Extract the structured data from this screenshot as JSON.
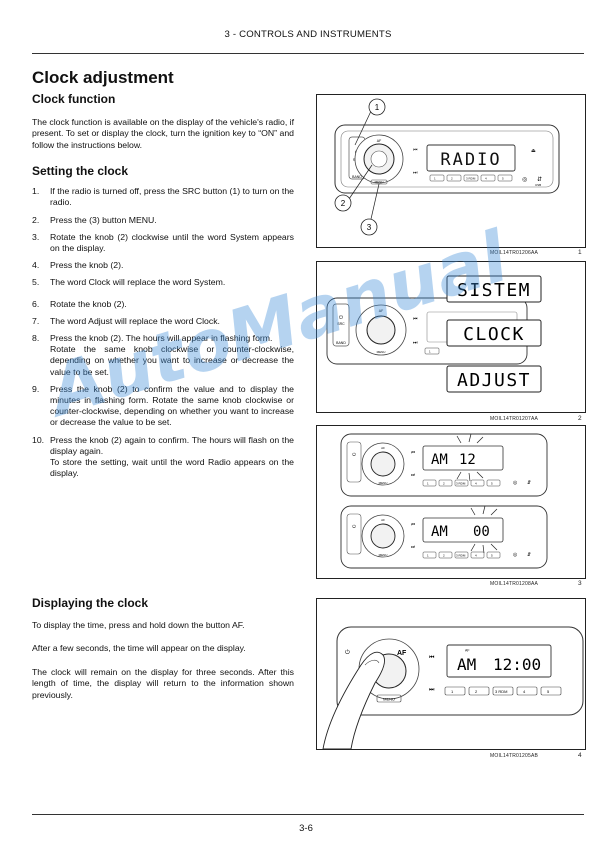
{
  "header": {
    "section": "3 - CONTROLS AND INSTRUMENTS"
  },
  "page_number": "3-6",
  "title": "Clock adjustment",
  "clock_function": {
    "heading": "Clock function",
    "text": "The clock function is available on the display of the vehicle's radio, if present. To set or display the clock, turn the ignition key to “ON” and follow the instructions below."
  },
  "setting": {
    "heading": "Setting the clock",
    "steps": [
      {
        "num": "1.",
        "text": "If the radio is turned off, press the SRC button (1) to turn on the radio."
      },
      {
        "num": "2.",
        "text": "Press the (3) button MENU."
      },
      {
        "num": "3.",
        "text": "Rotate the knob (2) clockwise until the word System appears on the display."
      },
      {
        "num": "4.",
        "text": "Press the knob (2)."
      },
      {
        "num": "5.",
        "text": "The word Clock will replace the word System."
      },
      {
        "num": "6.",
        "text": "Rotate the knob (2)."
      },
      {
        "num": "7.",
        "text": "The word Adjust will replace the word Clock."
      },
      {
        "num": "8.",
        "text": "Press the knob (2). The hours will appear in flashing form.",
        "text2": "Rotate the same knob clockwise or counter-clockwise, depending on whether you want to increase or decrease the value to be set."
      },
      {
        "num": "9.",
        "text": "Press the knob (2) to confirm the value and to display the minutes in flashing form. Rotate the same knob clockwise or counter-clockwise, depending on whether you want to increase or decrease the value to be set."
      },
      {
        "num": "10.",
        "text": "Press the knob (2) again to confirm. The hours will flash on the display again.",
        "text2": "To store the setting, wait until the word Radio appears on the display."
      }
    ]
  },
  "displaying": {
    "heading": "Displaying the clock",
    "p1": "To display the time, press and hold down the button AF.",
    "p2": "After a few seconds, the time will appear on the display.",
    "p3": "The clock will remain on the display for three seconds. After this length of time, the display will return to the information shown previously."
  },
  "figures": [
    {
      "caption": "MOIL14TR01206AA",
      "number": "1",
      "display": "RADIO",
      "callouts": [
        "1",
        "2",
        "3"
      ]
    },
    {
      "caption": "MOIL14TR01207AA",
      "number": "2",
      "displays": [
        "SISTEM",
        "CLOCK",
        "ADJUST"
      ]
    },
    {
      "caption": "MOIL14TR01208AA",
      "number": "3",
      "displays": [
        {
          "period": "AM",
          "time": "12"
        },
        {
          "period": "AM",
          "time": "00"
        }
      ]
    },
    {
      "caption": "MOIL14TR01205AB",
      "number": "4",
      "display": {
        "period": "AM",
        "time": "12:00"
      },
      "button": "AF"
    }
  ],
  "radio_labels": {
    "src": "SRC",
    "band": "BAND",
    "menu": "MENU",
    "af": "AF",
    "usb": "USB"
  },
  "preset_labels": [
    "1",
    "2",
    "3 RDM",
    "4",
    "5"
  ],
  "watermark": "AutoManual"
}
